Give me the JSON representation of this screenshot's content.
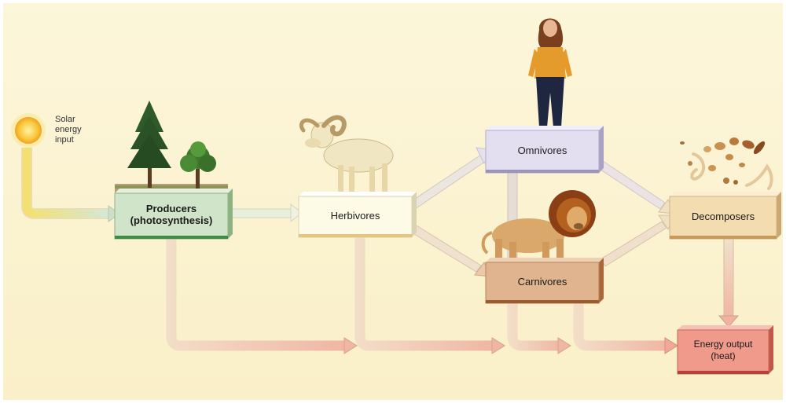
{
  "diagram": {
    "nodes": {
      "solar": {
        "label": "Solar\nenergy\ninput"
      },
      "producers": {
        "label": "Producers\n(photosynthesis)"
      },
      "herbivores": {
        "label": "Herbivores"
      },
      "omnivores": {
        "label": "Omnivores"
      },
      "carnivores": {
        "label": "Carnivores"
      },
      "decomposers": {
        "label": "Decomposers"
      },
      "energy_output": {
        "label": "Energy output\n(heat)"
      }
    },
    "edges": [
      {
        "from": "solar",
        "to": "producers"
      },
      {
        "from": "producers",
        "to": "herbivores"
      },
      {
        "from": "herbivores",
        "to": "omnivores"
      },
      {
        "from": "herbivores",
        "to": "carnivores"
      },
      {
        "from": "omnivores",
        "to": "decomposers"
      },
      {
        "from": "carnivores",
        "to": "decomposers"
      },
      {
        "from": "omnivores",
        "to": "carnivores"
      },
      {
        "from": "decomposers",
        "to": "energy_output"
      },
      {
        "from": "producers",
        "to": "energy_output"
      },
      {
        "from": "herbivores",
        "to": "energy_output"
      },
      {
        "from": "omnivores",
        "to": "energy_output"
      },
      {
        "from": "carnivores",
        "to": "energy_output"
      }
    ],
    "illustrations": [
      "sun",
      "trees",
      "ram",
      "woman",
      "lion",
      "decomposer-organisms"
    ],
    "colors": {
      "background": "#fbf3d0",
      "producers_box": "#cfe4c8",
      "herbivores_box": "#fdfbe6",
      "omnivores_box": "#e4dff0",
      "carnivores_box": "#e0b48f",
      "decomposers_box": "#f3ddb0",
      "energy_output_box": "#f09a8c",
      "arrow_fill": "#f3e2cf"
    }
  }
}
